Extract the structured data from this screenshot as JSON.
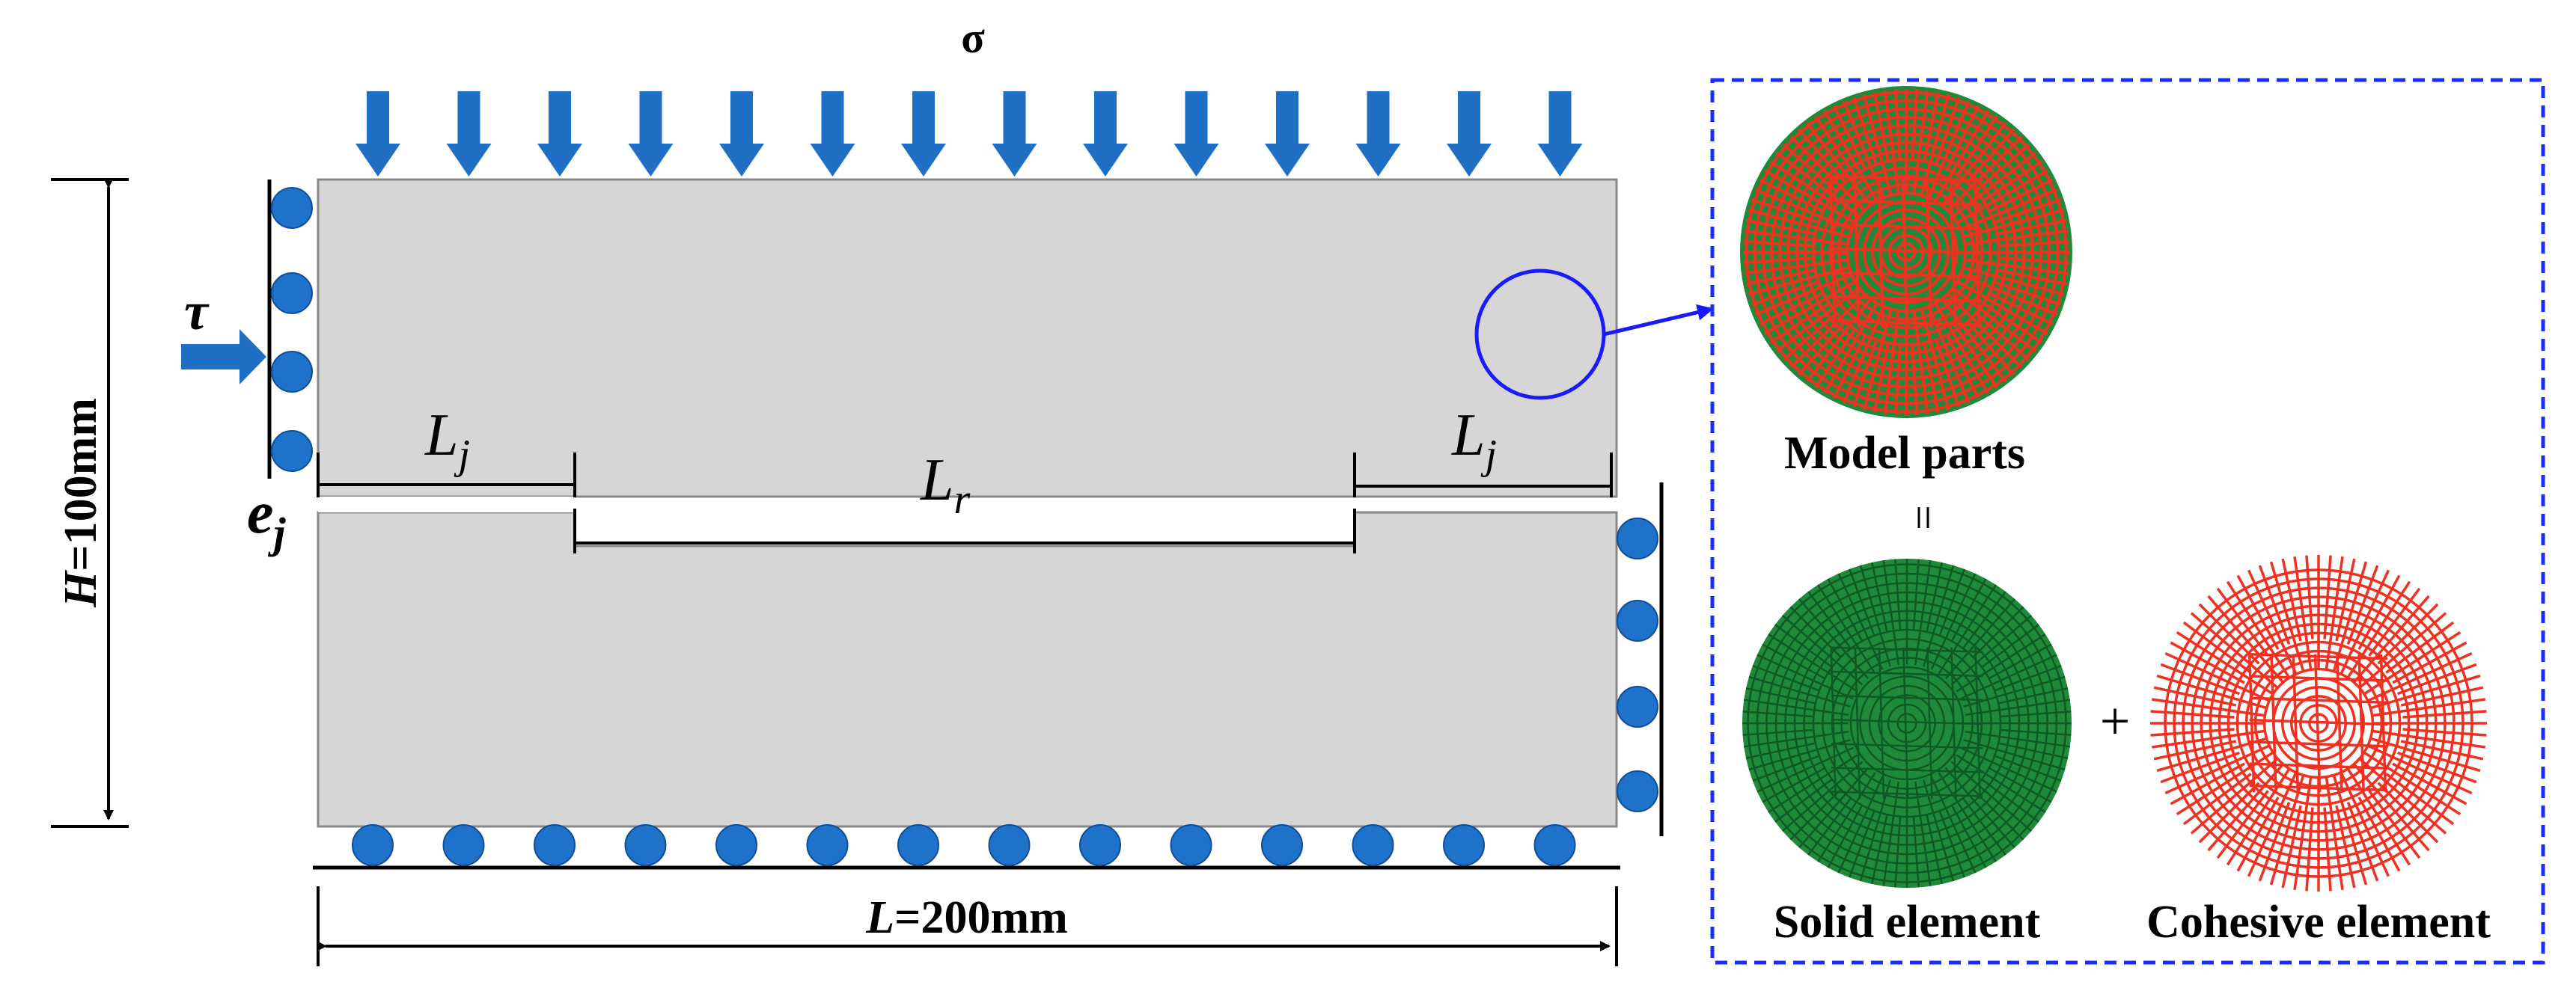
{
  "labels": {
    "sigma": "σ",
    "tau": "τ",
    "L_main": "L",
    "L_sub_j": "j",
    "L_sub_r": "r",
    "e_main": "e",
    "e_sub": "j",
    "height_var": "H",
    "height_val": "=100mm",
    "length_var": "L",
    "length_val": "=200mm",
    "equals": "=",
    "plus": "+",
    "model_parts": "Model parts",
    "solid_element": "Solid element",
    "cohesive_element": "Cohesive element"
  },
  "colors": {
    "arrow_blue": "#1f6fc5",
    "roller_blue": "#1f72c9",
    "block_gray": "#d6d6d6",
    "mesh_green": "#1f8a3a",
    "mesh_red": "#f03020",
    "dashed_box": "#1a2cff",
    "circle_outline": "#1a1aff"
  }
}
